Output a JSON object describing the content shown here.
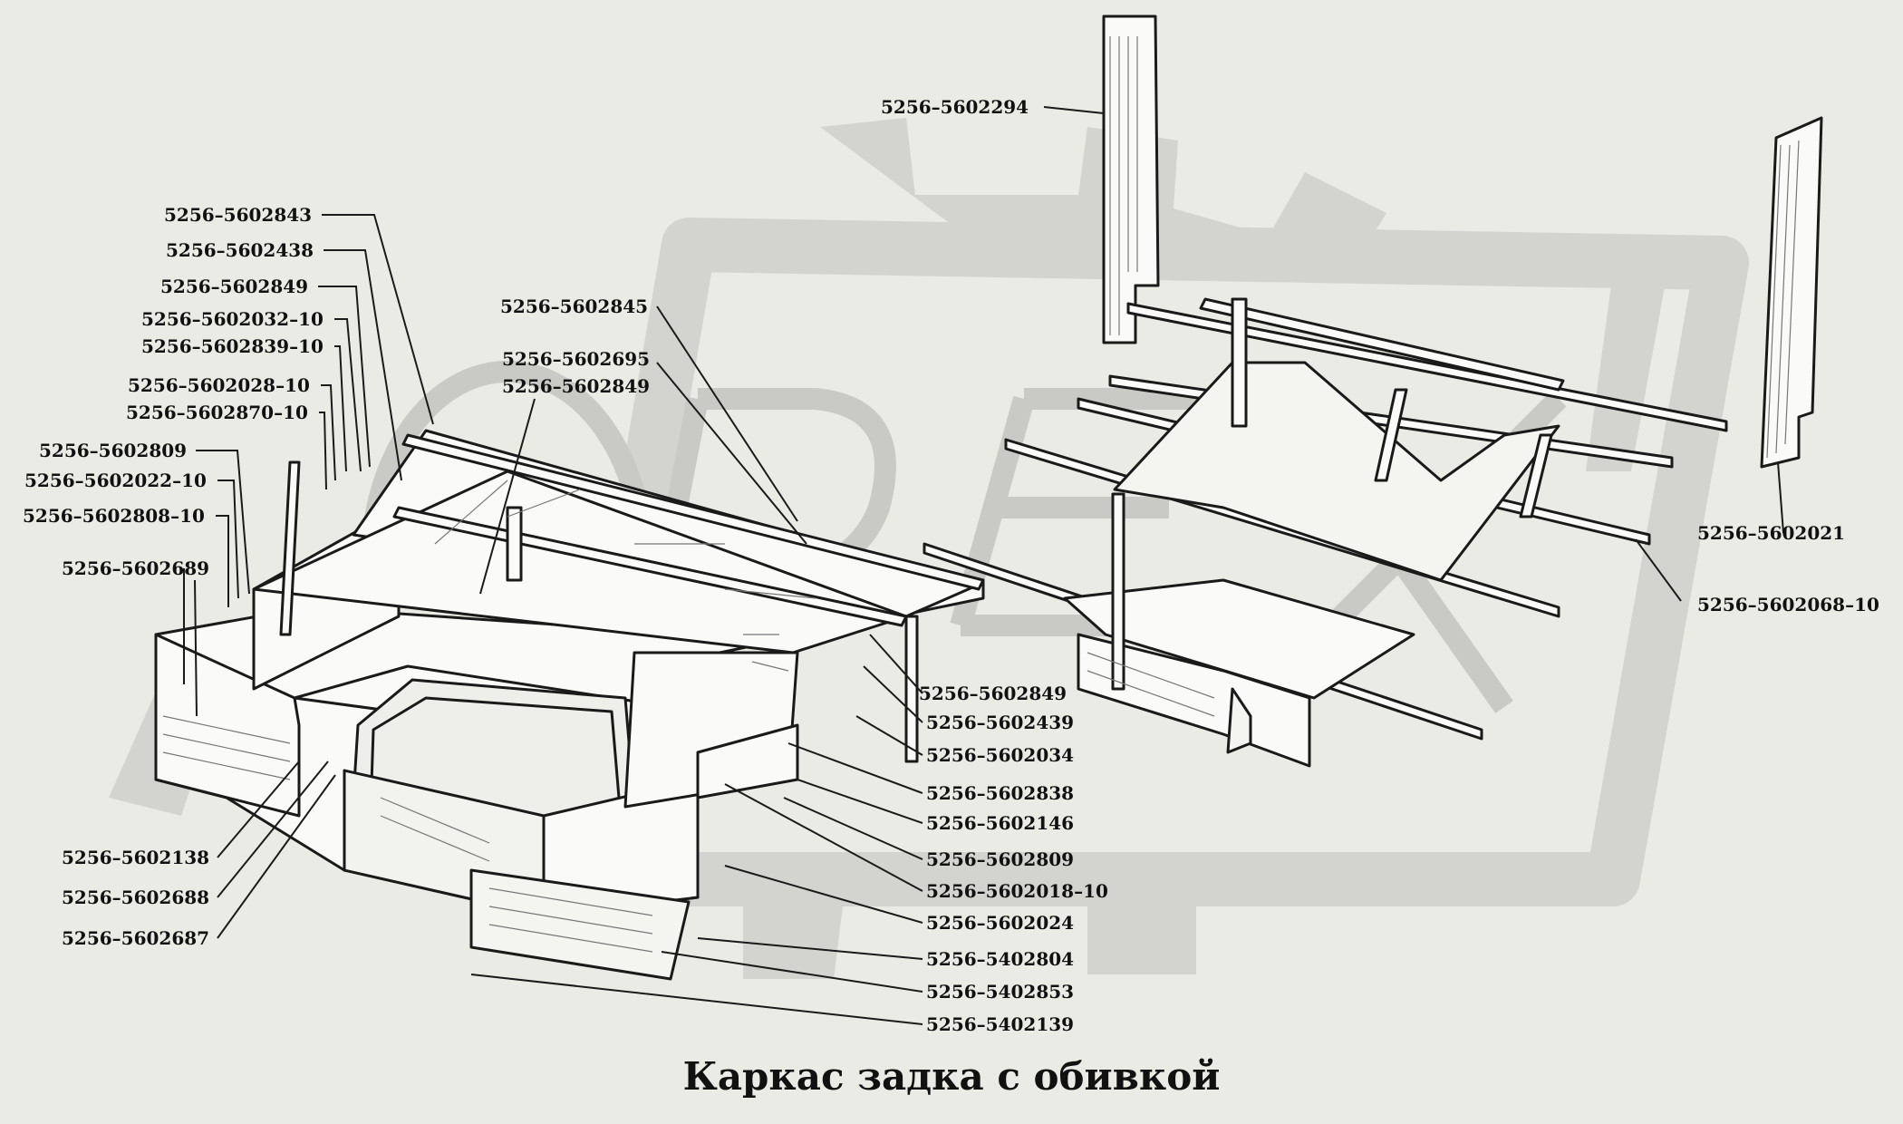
{
  "title": "Каркас задка с обивкой",
  "watermark": {
    "text": "OPEX"
  },
  "labels": [
    {
      "id": "l01",
      "text": "5256–5602294"
    },
    {
      "id": "l02",
      "text": "5256–5602843"
    },
    {
      "id": "l03",
      "text": "5256–5602438"
    },
    {
      "id": "l04",
      "text": "5256–5602849"
    },
    {
      "id": "l05",
      "text": "5256–5602032–10"
    },
    {
      "id": "l06",
      "text": "5256–5602839–10"
    },
    {
      "id": "l07",
      "text": "5256–5602028–10"
    },
    {
      "id": "l08",
      "text": "5256–5602870–10"
    },
    {
      "id": "l09",
      "text": "5256–5602809"
    },
    {
      "id": "l10",
      "text": "5256–5602022–10"
    },
    {
      "id": "l11",
      "text": "5256–5602808–10"
    },
    {
      "id": "l12",
      "text": "5256–5602689"
    },
    {
      "id": "l13",
      "text": "5256–5602845"
    },
    {
      "id": "l14",
      "text": "5256–5602695"
    },
    {
      "id": "l15",
      "text": "5256–5602849"
    },
    {
      "id": "l16",
      "text": "5256–5602021"
    },
    {
      "id": "l17",
      "text": "5256–5602068–10"
    },
    {
      "id": "l18",
      "text": "5256–5602849"
    },
    {
      "id": "l19",
      "text": "5256–5602439"
    },
    {
      "id": "l20",
      "text": "5256–5602034"
    },
    {
      "id": "l21",
      "text": "5256–5602838"
    },
    {
      "id": "l22",
      "text": "5256–5602146"
    },
    {
      "id": "l23",
      "text": "5256–5602809"
    },
    {
      "id": "l24",
      "text": "5256–5602018–10"
    },
    {
      "id": "l25",
      "text": "5256–5602024"
    },
    {
      "id": "l26",
      "text": "5256–5402804"
    },
    {
      "id": "l27",
      "text": "5256–5402853"
    },
    {
      "id": "l28",
      "text": "5256–5402139"
    },
    {
      "id": "l29",
      "text": "5256–5602138"
    },
    {
      "id": "l30",
      "text": "5256–5602688"
    },
    {
      "id": "l31",
      "text": "5256–5602687"
    }
  ]
}
